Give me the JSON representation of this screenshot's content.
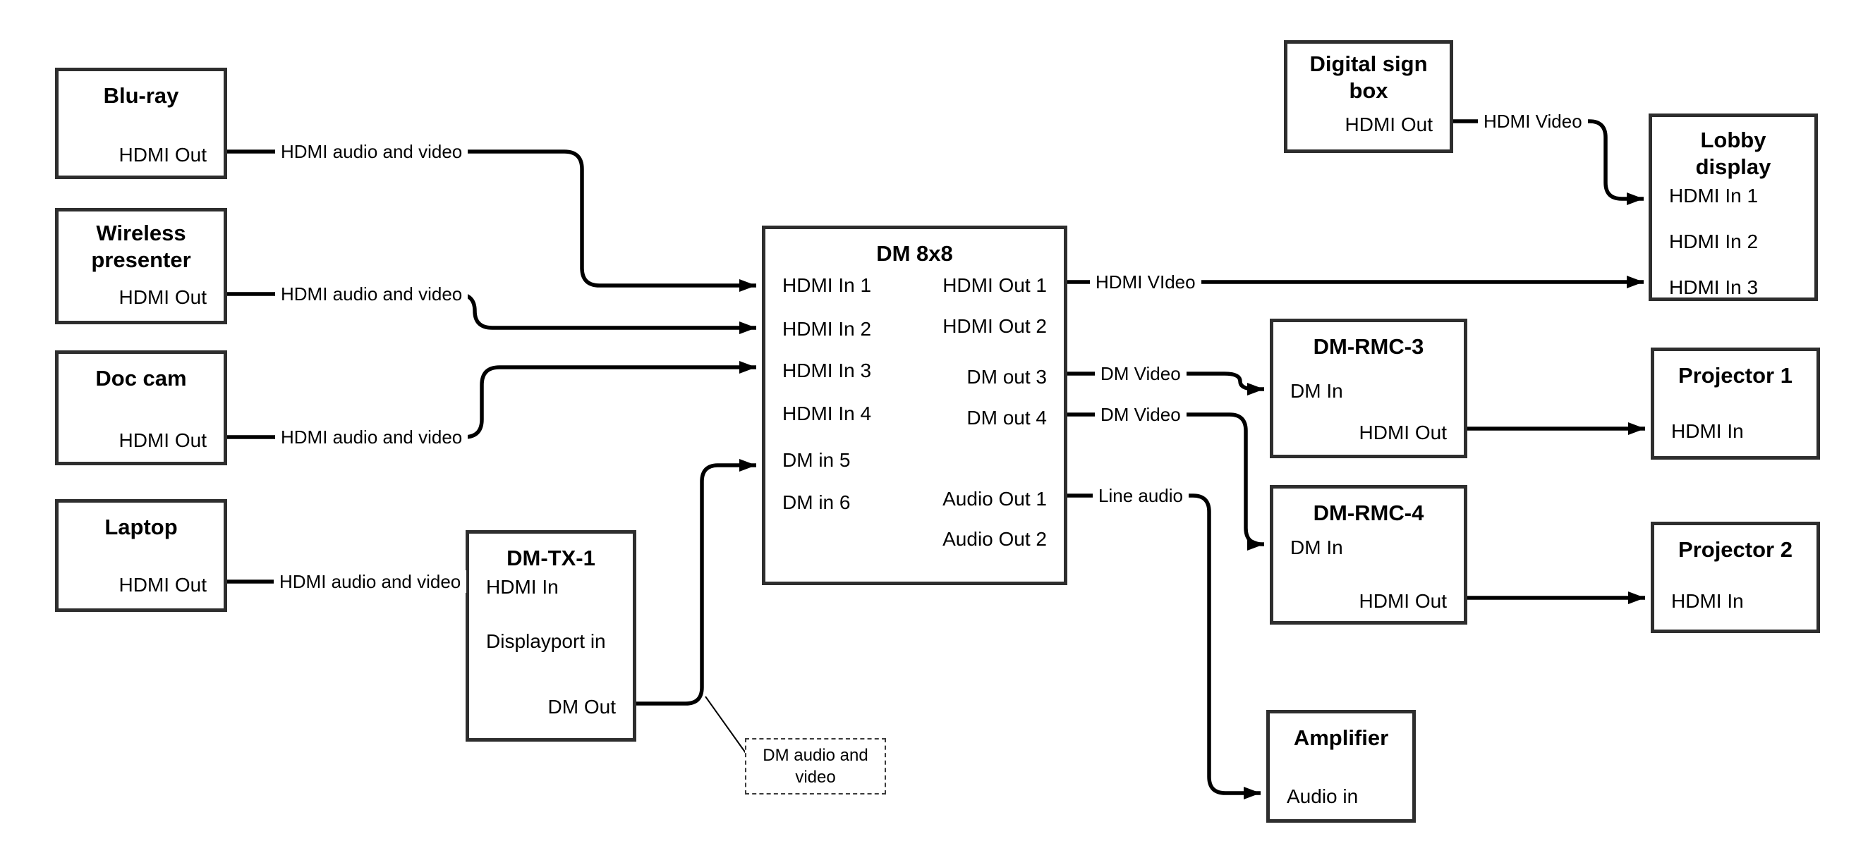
{
  "nodes": {
    "bluray": {
      "title": "Blu-ray",
      "ports": [
        {
          "label": "HDMI Out"
        }
      ]
    },
    "wireless": {
      "title": "Wireless\npresenter",
      "ports": [
        {
          "label": "HDMI Out"
        }
      ]
    },
    "doccam": {
      "title": "Doc cam",
      "ports": [
        {
          "label": "HDMI Out"
        }
      ]
    },
    "laptop": {
      "title": "Laptop",
      "ports": [
        {
          "label": "HDMI Out"
        }
      ]
    },
    "dmtx1": {
      "title": "DM-TX-1",
      "ports": [
        {
          "label": "HDMI In"
        },
        {
          "label": "Displayport in"
        },
        {
          "label": "DM Out"
        }
      ]
    },
    "dm8x8": {
      "title": "DM 8x8",
      "ports": [
        {
          "label": "HDMI In 1"
        },
        {
          "label": "HDMI In 2"
        },
        {
          "label": "HDMI In 3"
        },
        {
          "label": "HDMI In 4"
        },
        {
          "label": "DM in 5"
        },
        {
          "label": "DM in 6"
        },
        {
          "label": "HDMI Out 1"
        },
        {
          "label": "HDMI Out 2"
        },
        {
          "label": "DM out 3"
        },
        {
          "label": "DM out 4"
        },
        {
          "label": "Audio Out 1"
        },
        {
          "label": "Audio Out 2"
        }
      ]
    },
    "digitalsign": {
      "title": "Digital sign\nbox",
      "ports": [
        {
          "label": "HDMI Out"
        }
      ]
    },
    "lobby": {
      "title": "Lobby\ndisplay",
      "ports": [
        {
          "label": "HDMI In 1"
        },
        {
          "label": "HDMI In 2"
        },
        {
          "label": "HDMI In 3"
        }
      ]
    },
    "dmrmc3": {
      "title": "DM-RMC-3",
      "ports": [
        {
          "label": "DM In"
        },
        {
          "label": "HDMI Out"
        }
      ]
    },
    "proj1": {
      "title": "Projector 1",
      "ports": [
        {
          "label": "HDMI In"
        }
      ]
    },
    "dmrmc4": {
      "title": "DM-RMC-4",
      "ports": [
        {
          "label": "DM In"
        },
        {
          "label": "HDMI Out"
        }
      ]
    },
    "proj2": {
      "title": "Projector 2",
      "ports": [
        {
          "label": "HDMI In"
        }
      ]
    },
    "amplifier": {
      "title": "Amplifier",
      "ports": [
        {
          "label": "Audio in"
        }
      ]
    }
  },
  "connections": [
    {
      "from": "Blu-ray HDMI Out",
      "to": "DM 8x8 HDMI In 1",
      "label": "HDMI audio and video"
    },
    {
      "from": "Wireless presenter HDMI Out",
      "to": "DM 8x8 HDMI In 2",
      "label": "HDMI audio and video"
    },
    {
      "from": "Doc cam HDMI Out",
      "to": "DM 8x8 HDMI In 3",
      "label": "HDMI audio and video"
    },
    {
      "from": "Laptop HDMI Out",
      "to": "DM-TX-1 HDMI In",
      "label": "HDMI audio and video"
    },
    {
      "from": "DM-TX-1 DM Out",
      "to": "DM 8x8 DM in 5",
      "label": ""
    },
    {
      "from": "DM 8x8 HDMI Out 1",
      "to": "Lobby display HDMI In 3",
      "label": "HDMI VIdeo"
    },
    {
      "from": "DM 8x8 DM out 3",
      "to": "DM-RMC-3 DM In",
      "label": "DM Video"
    },
    {
      "from": "DM 8x8 DM out 4",
      "to": "DM-RMC-4 DM In",
      "label": "DM Video"
    },
    {
      "from": "DM 8x8 Audio Out 1",
      "to": "Amplifier Audio in",
      "label": "Line audio"
    },
    {
      "from": "Digital sign box HDMI Out",
      "to": "Lobby display HDMI In 1",
      "label": "HDMI Video"
    },
    {
      "from": "DM-RMC-3 HDMI Out",
      "to": "Projector 1 HDMI In",
      "label": ""
    },
    {
      "from": "DM-RMC-4 HDMI Out",
      "to": "Projector 2 HDMI In",
      "label": ""
    }
  ],
  "annotation": {
    "text": "DM audio and video"
  }
}
